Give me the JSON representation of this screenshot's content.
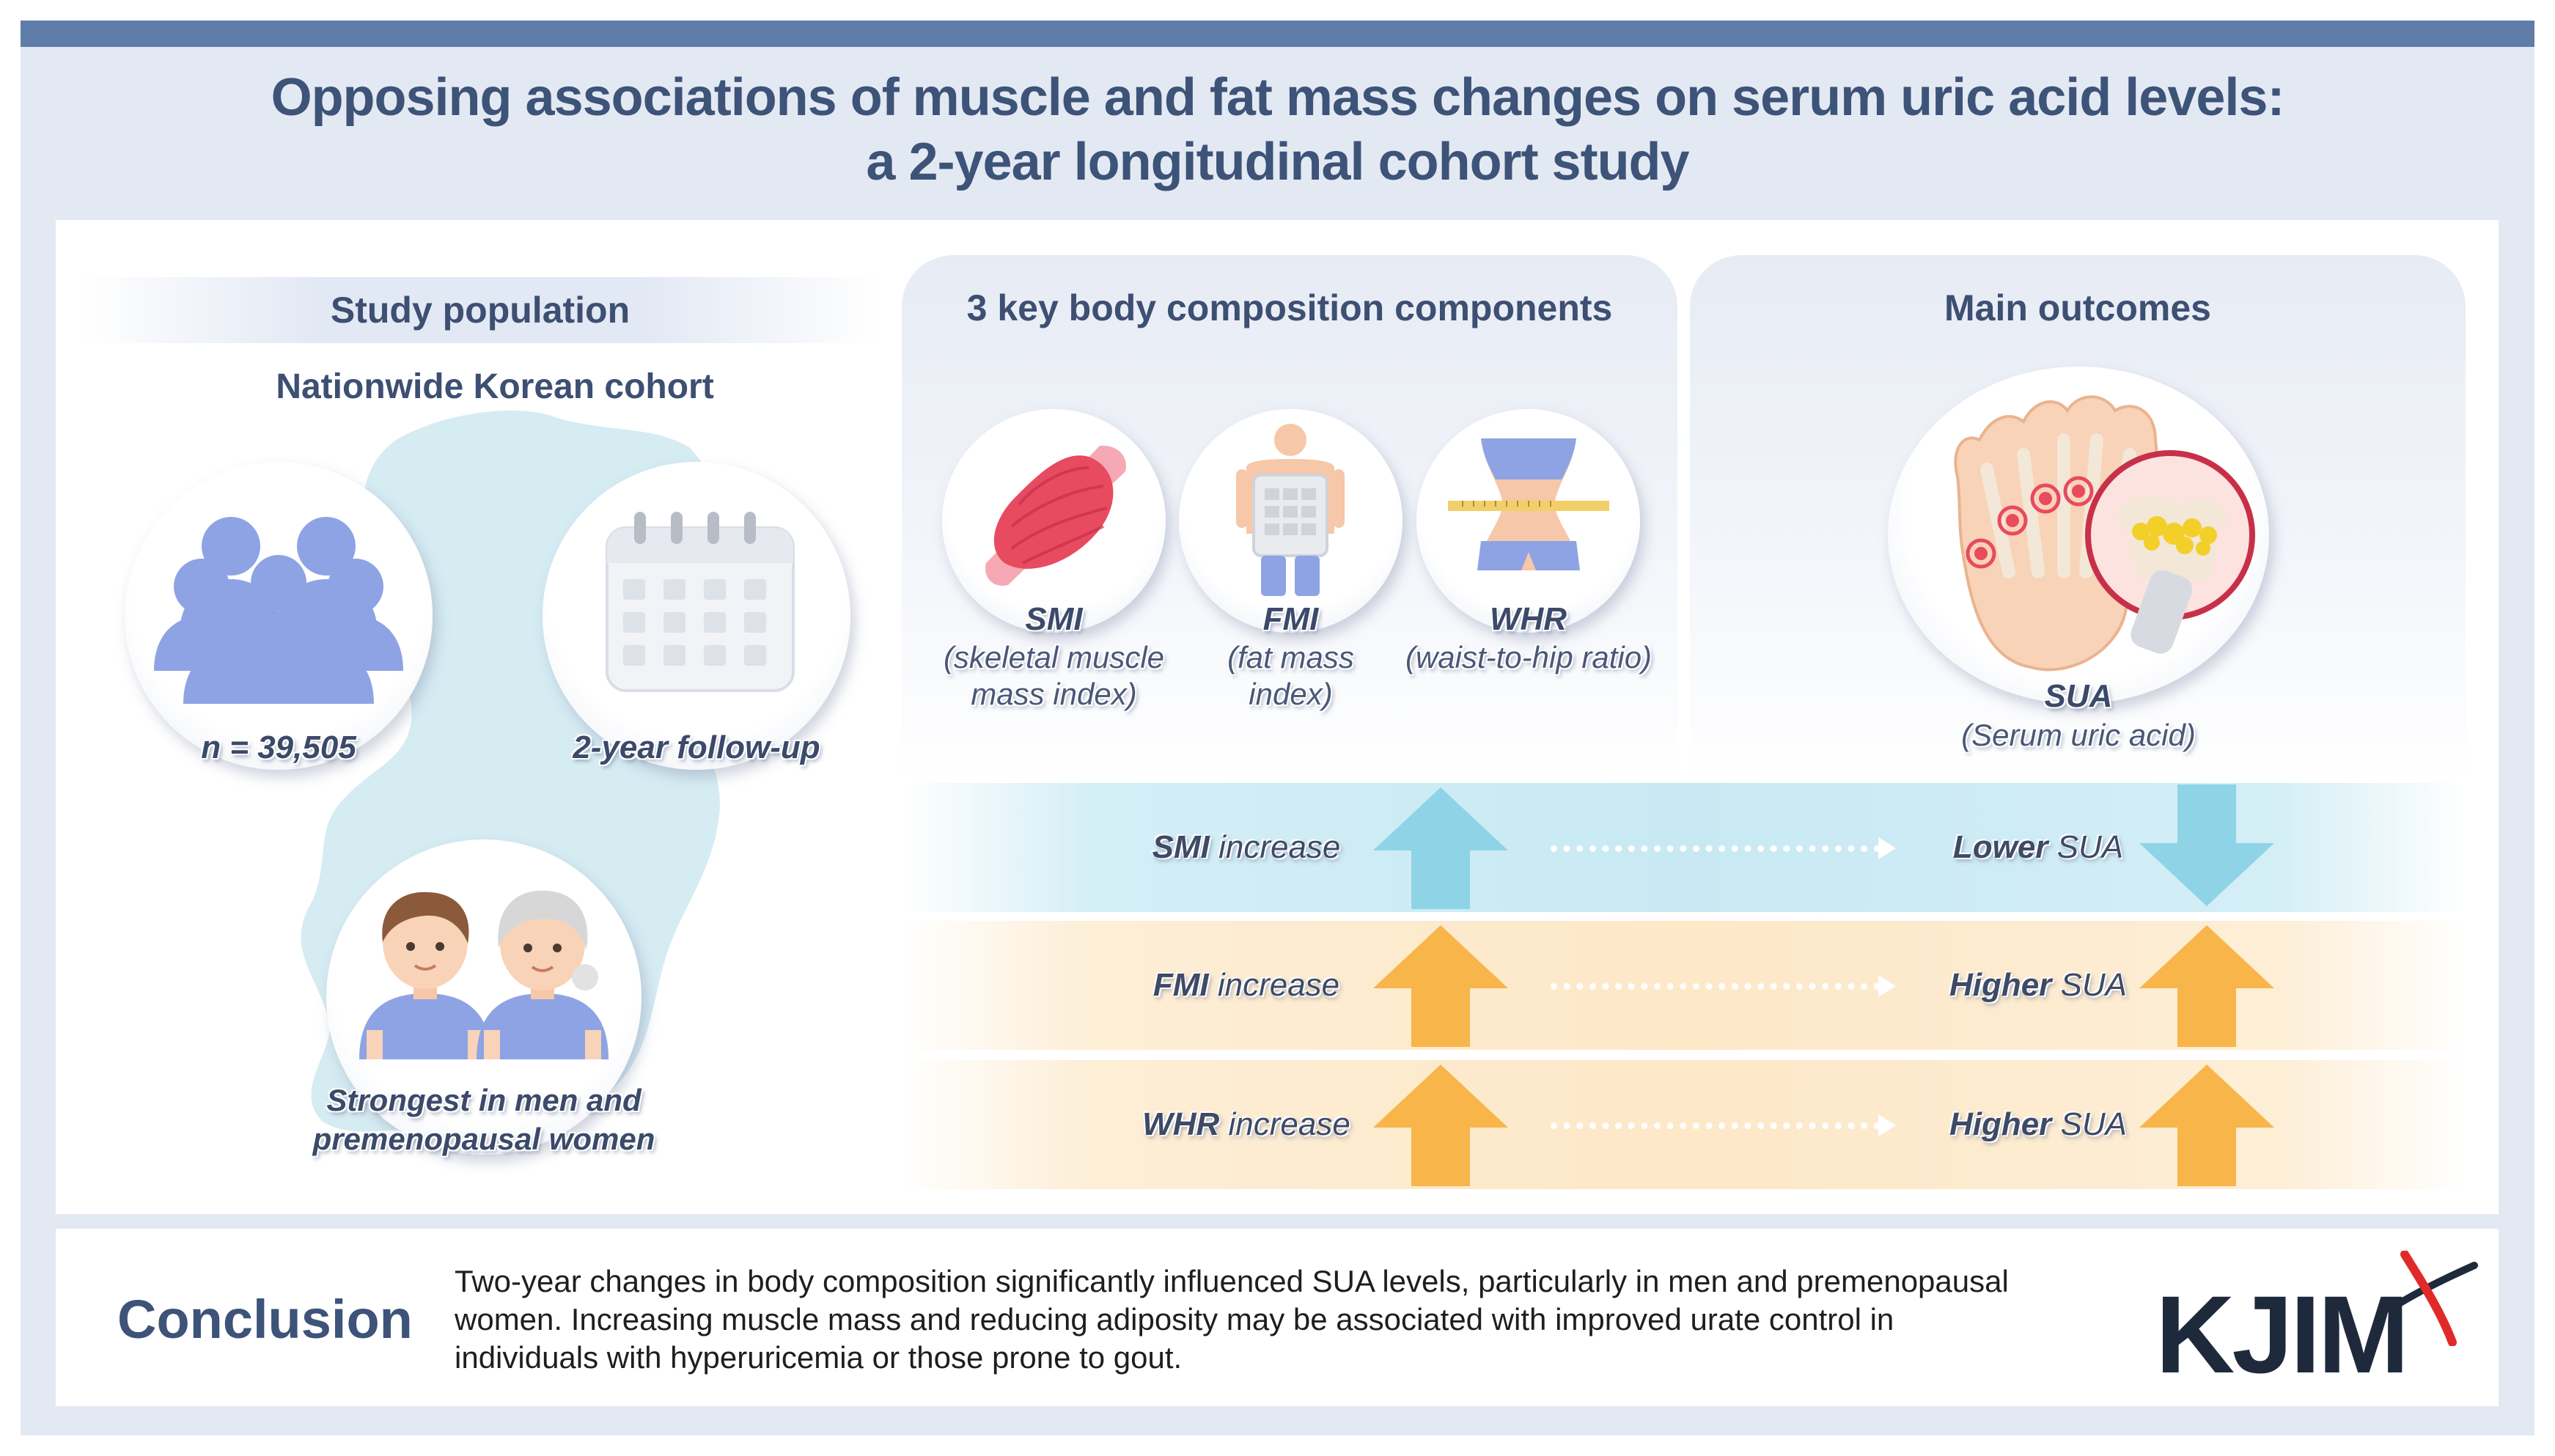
{
  "title": {
    "line1": "Opposing associations of muscle and fat mass changes on serum uric acid levels:",
    "line2": "a 2-year longitudinal cohort study"
  },
  "study_population": {
    "header": "Study population",
    "cohort": "Nationwide Korean cohort",
    "n_label": "n = 39,505",
    "followup_label": "2-year follow-up",
    "strongest_line1": "Strongest in men and",
    "strongest_line2": "premenopausal women"
  },
  "components": {
    "header": "3 key body composition components",
    "items": [
      {
        "abbr": "SMI",
        "desc_line1": "(skeletal muscle",
        "desc_line2": "mass index)",
        "icon": "muscle-icon"
      },
      {
        "abbr": "FMI",
        "desc_line1": "(fat mass",
        "desc_line2": "index)",
        "icon": "body-fat-scale-icon"
      },
      {
        "abbr": "WHR",
        "desc_line1": "(waist-to-hip ratio)",
        "desc_line2": "",
        "icon": "waist-measure-icon"
      }
    ]
  },
  "outcomes": {
    "header": "Main outcomes",
    "abbr": "SUA",
    "desc": "(Serum uric acid)",
    "icon": "gout-foot-icon"
  },
  "associations": [
    {
      "predictor": "SMI",
      "change": "increase",
      "result_bold": "Lower",
      "result_rest": "SUA",
      "direction": "down",
      "color": "#8fd3e6"
    },
    {
      "predictor": "FMI",
      "change": "increase",
      "result_bold": "Higher",
      "result_rest": "SUA",
      "direction": "up",
      "color": "#f7b54a"
    },
    {
      "predictor": "WHR",
      "change": "increase",
      "result_bold": "Higher",
      "result_rest": "SUA",
      "direction": "up",
      "color": "#f7b54a"
    }
  ],
  "conclusion": {
    "label": "Conclusion",
    "line1": "Two-year changes in body composition significantly influenced SUA levels, particularly in men and premenopausal",
    "line2": "women. Increasing muscle mass and reducing adiposity may be associated with improved urate control in",
    "line3": "individuals with hyperuricemia or those prone to gout."
  },
  "logo": {
    "text": "KJIM"
  },
  "colors": {
    "title": "#3d5378",
    "header_band": "#5f7da8",
    "people_icon": "#8ea3e4",
    "muscle_red": "#e84a5f",
    "blue_arrow": "#8fd3e6",
    "orange_arrow": "#f7b54a",
    "logo_red": "#e02a2a"
  }
}
